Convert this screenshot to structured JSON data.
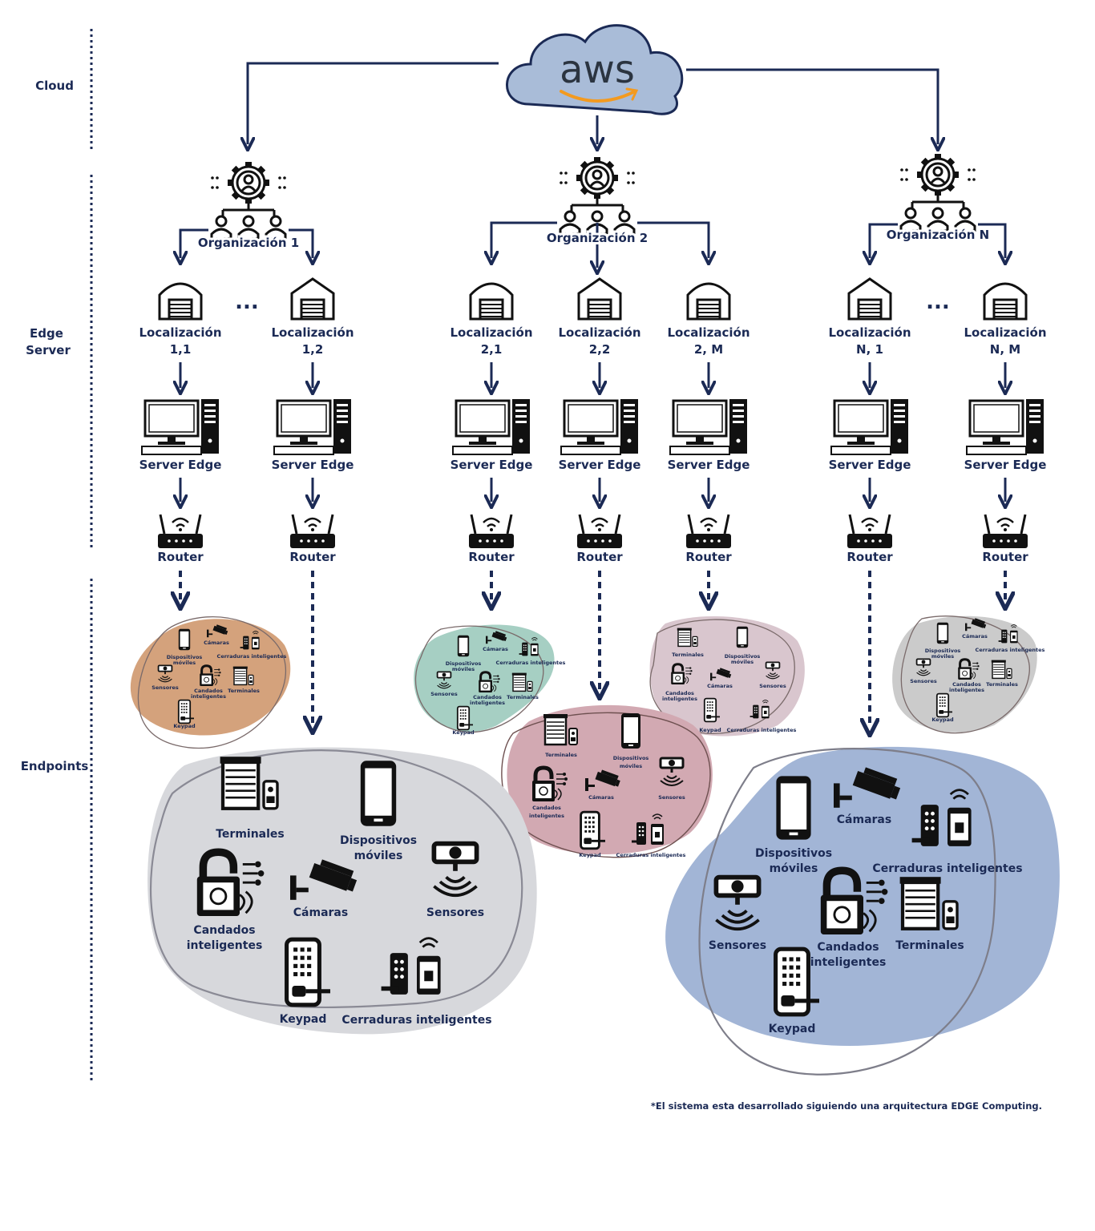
{
  "tiers": {
    "cloud": "Cloud",
    "edge_line1": "Edge",
    "edge_line2": "Server",
    "endpoints": "Endpoints"
  },
  "cloud": {
    "logo_text": "aws"
  },
  "organizations": [
    {
      "name": "Organización 1"
    },
    {
      "name": "Organización 2"
    },
    {
      "name": "Organización N"
    }
  ],
  "ellipsis": "...",
  "locations": [
    {
      "line1": "Localización",
      "line2": "1,1"
    },
    {
      "line1": "Localización",
      "line2": "1,2"
    },
    {
      "line1": "Localización",
      "line2": "2,1"
    },
    {
      "line1": "Localización",
      "line2": "2,2"
    },
    {
      "line1": "Localización",
      "line2": "2, M"
    },
    {
      "line1": "Localización",
      "line2": "N, 1"
    },
    {
      "line1": "Localización",
      "line2": "N, M"
    }
  ],
  "server_label": "Server Edge",
  "router_label": "Router",
  "endpoint_labels": {
    "moviles_1": "Dispositivos",
    "moviles_2": "móviles",
    "camaras": "Cámaras",
    "cerraduras": "Cerraduras inteligentes",
    "sensores": "Sensores",
    "candados_1": "Candados",
    "candados_2": "inteligentes",
    "terminales": "Terminales",
    "keypad": "Keypad"
  },
  "colors": {
    "navy": "#1b2a55",
    "cloud_fill": "#a9bcd8",
    "aws_orange": "#f39a1f",
    "blob_orange": "#d4a27c",
    "blob_gray": "#d7d8dc",
    "blob_teal": "#a6cfc3",
    "blob_rose": "#d2a9b2",
    "blob_mauve": "#d9c6ce",
    "blob_gray2": "#cbcbcb",
    "blob_blue": "#a2b5d6"
  },
  "footnote": "*El sistema esta desarrollado siguiendo una arquitectura EDGE Computing."
}
